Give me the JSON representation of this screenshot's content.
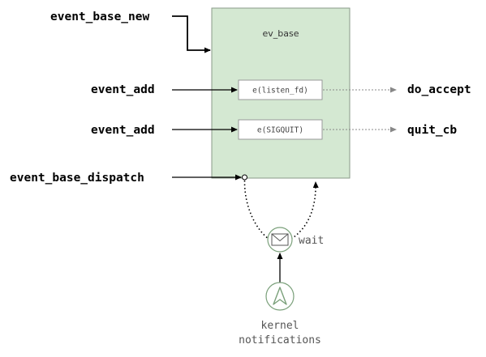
{
  "labels": {
    "event_base_new": "event_base_new",
    "event_add_1": "event_add",
    "event_add_2": "event_add",
    "event_base_dispatch": "event_base_dispatch",
    "do_accept": "do_accept",
    "quit_cb": "quit_cb",
    "wait": "wait",
    "kernel_line1": "kernel",
    "kernel_line2": "notifications"
  },
  "base": {
    "title": "ev_base",
    "events": [
      {
        "label": "e(listen_fd)"
      },
      {
        "label": "e(SIGQUIT)"
      }
    ]
  },
  "icons": {
    "wait": "envelope-icon",
    "kernel": "kernel-chevron-icon"
  },
  "colors": {
    "box_fill": "#d4e8d2",
    "box_stroke": "#8a9a88",
    "icon_stroke": "#7aa07a"
  }
}
